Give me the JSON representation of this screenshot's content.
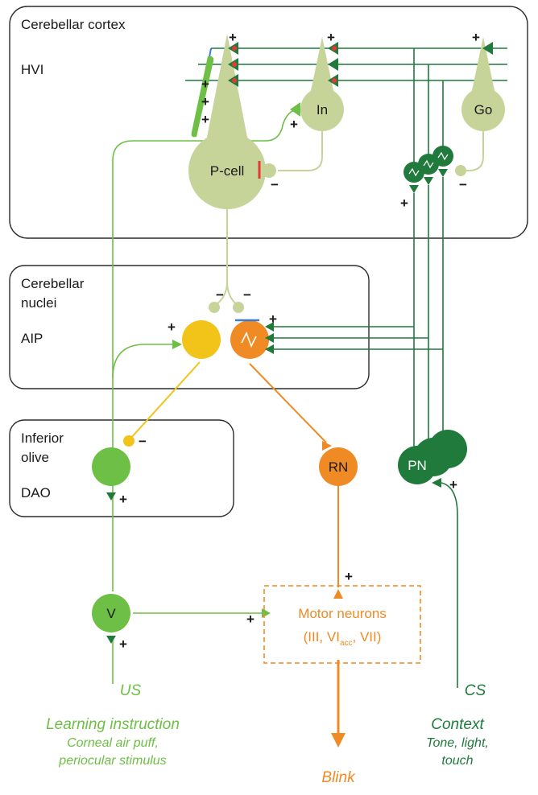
{
  "colors": {
    "light_green": "#c6d49a",
    "green": "#6dbf45",
    "dark_green": "#1f7a3c",
    "orange": "#f08a24",
    "yellow": "#f2c419",
    "line_dark": "#2b2b2b"
  },
  "regions": {
    "cortex_title": "Cerebellar cortex",
    "cortex_sub": "HVI",
    "nuclei_title_1": "Cerebellar",
    "nuclei_title_2": "nuclei",
    "nuclei_sub": "AIP",
    "olive_title_1": "Inferior",
    "olive_title_2": "olive",
    "olive_sub": "DAO"
  },
  "cells": {
    "purkinje": "P-cell",
    "interneuron": "In",
    "golgi": "Go",
    "red_nucleus": "RN",
    "pontine": "PN",
    "trigeminal": "V"
  },
  "motor": {
    "title": "Motor neurons",
    "sub_pre": "(III, VI",
    "sub_subscript": "acc",
    "sub_post": ", VII)"
  },
  "signs": {
    "plus": "+",
    "minus": "−"
  },
  "io": {
    "us": "US",
    "cs": "CS",
    "learning_title": "Learning instruction",
    "learning_line1": "Corneal air puff,",
    "learning_line2": "periocular stimulus",
    "blink": "Blink",
    "context_title": "Context",
    "context_line1": "Tone, light,",
    "context_line2": "touch"
  }
}
